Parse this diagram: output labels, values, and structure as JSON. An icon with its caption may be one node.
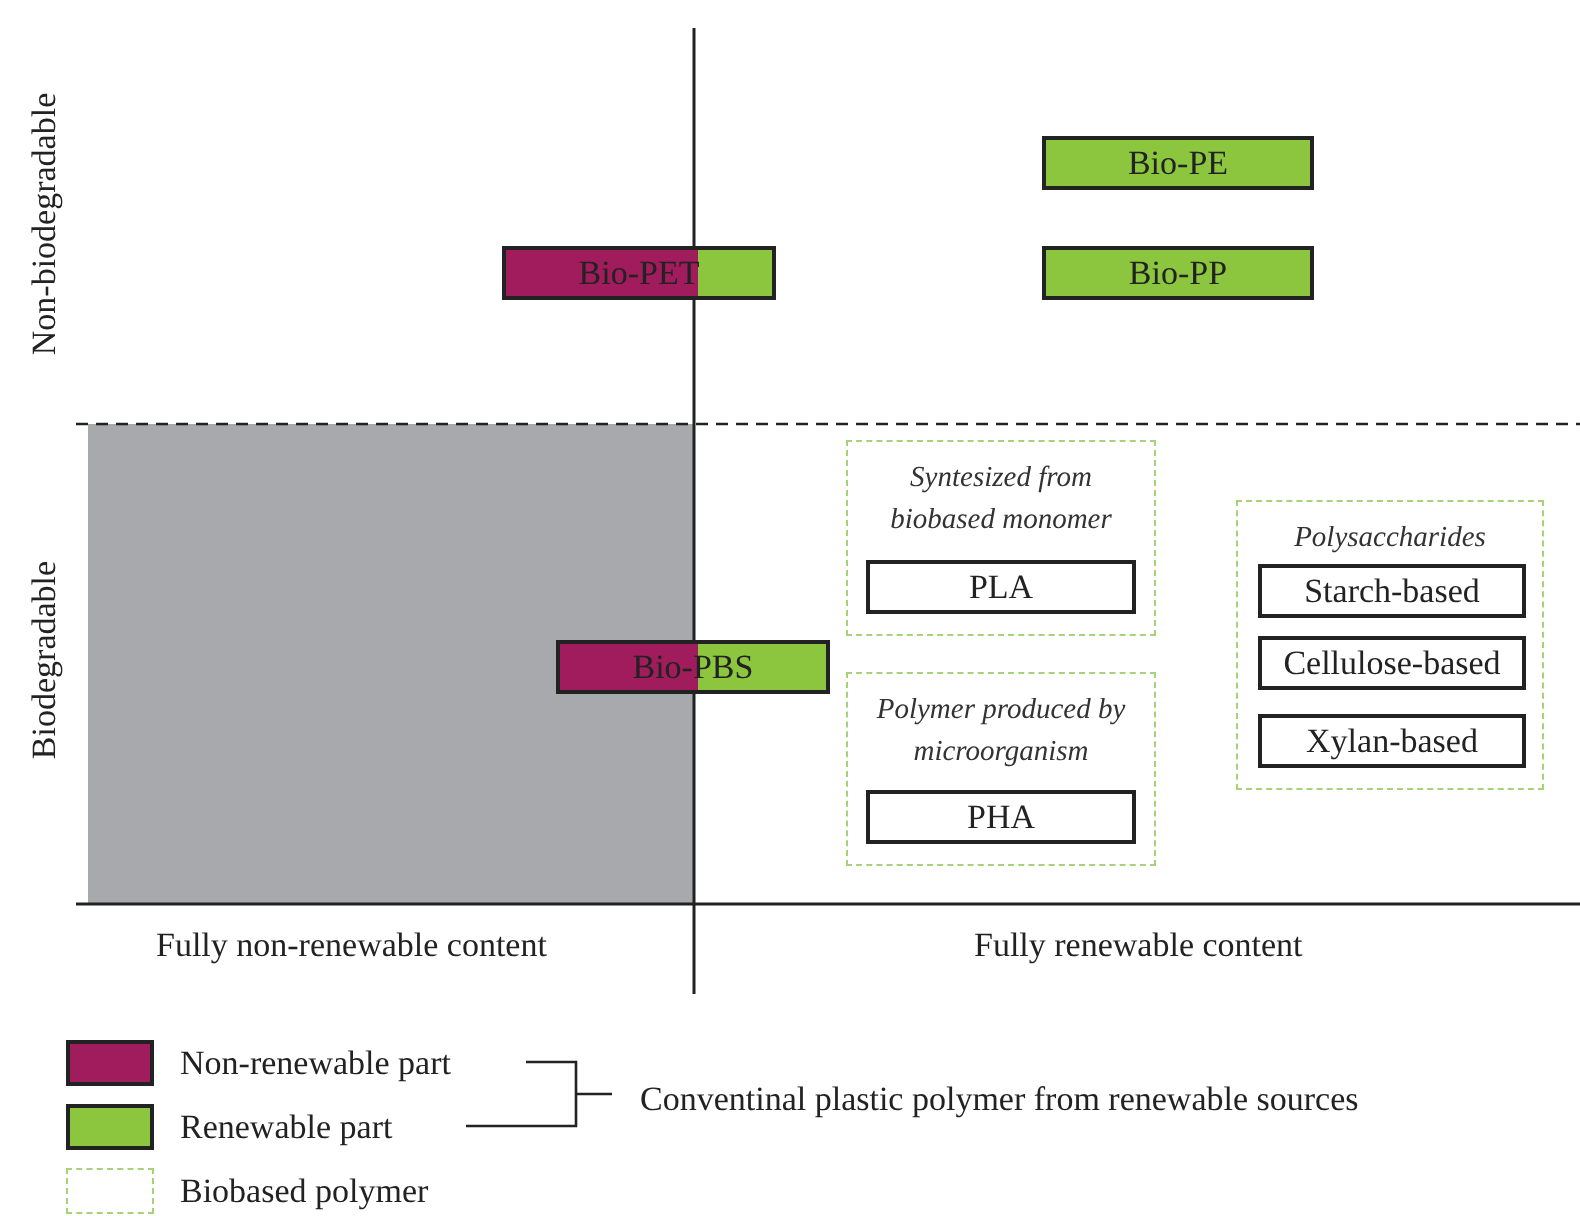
{
  "diagram": {
    "nodes": [
      {
        "text": [
          "Bio-PE"
        ]
      },
      {
        "text": [
          "Bio-PET"
        ]
      },
      {
        "text": [
          "Bio-PP"
        ]
      },
      {
        "text": [
          "Bio-PBS"
        ]
      },
      {
        "text": [
          "Syntesized from biobased monomer"
        ]
      },
      {
        "text": [
          "PLA"
        ],
        "in": 4
      },
      {
        "text": [
          "Polymer produced by microorganism"
        ]
      },
      {
        "text": [
          "PHA"
        ],
        "in": 6
      },
      {
        "text": [
          "Polysaccharides"
        ]
      },
      {
        "text": [
          "Starch-based"
        ],
        "in": 8
      },
      {
        "text": [
          "Cellulose-based"
        ],
        "in": 8
      },
      {
        "text": [
          "Xylan-based"
        ],
        "in": 8
      }
    ],
    "edges": [],
    "labels": [
      "Non-biodegradable",
      "Biodegradable",
      "Fully non-renewable content",
      "Fully renewable content",
      "Conventinal plastic polymer from renewable sources"
    ],
    "legend": [
      {
        "text": "Non-renewable part",
        "color": "#a01c5c"
      },
      {
        "text": "Renewable part",
        "color": "#8cc63f"
      },
      {
        "text": "Biobased polymer"
      }
    ]
  }
}
